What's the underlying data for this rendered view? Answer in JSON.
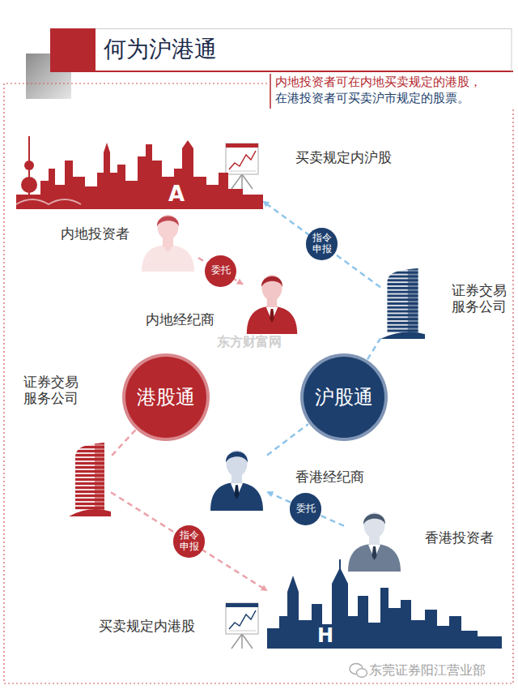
{
  "diagram": {
    "title": "何为沪港通",
    "nodes": [
      {
        "text": [
          "A",
          "买卖规定内沪股"
        ]
      },
      {
        "text": [
          "内地投资者"
        ]
      },
      {
        "text": [
          "内地经纪商"
        ]
      },
      {
        "text": [
          "证券交易 服务公司"
        ]
      },
      {
        "text": [
          "港股通"
        ]
      },
      {
        "text": [
          "沪股通"
        ]
      },
      {
        "text": [
          "证券交易 服务公司"
        ]
      },
      {
        "text": [
          "香港经纪商"
        ]
      },
      {
        "text": [
          "香港投资者"
        ]
      },
      {
        "text": [
          "H",
          "买卖规定内港股"
        ]
      }
    ],
    "edges": [
      {
        "from": 1,
        "to": 2,
        "label": "委托",
        "arrow": "to"
      },
      {
        "from": 4,
        "to": 6,
        "arrow": "none"
      },
      {
        "from": 6,
        "to": 9,
        "label": "指令 申报",
        "arrow": "to"
      },
      {
        "from": 8,
        "to": 7,
        "label": "委托",
        "arrow": "to"
      },
      {
        "from": 7,
        "to": 5,
        "arrow": "none"
      },
      {
        "from": 5,
        "to": 3,
        "arrow": "none"
      },
      {
        "from": 3,
        "to": 0,
        "label": "指令 申报",
        "arrow": "to"
      }
    ],
    "labels": [
      "内地投资者可在内地买卖规定的港股，",
      "在港投资者可买卖沪市规定的股票。",
      "东方财富网",
      "东莞证券阳江营业部"
    ]
  }
}
